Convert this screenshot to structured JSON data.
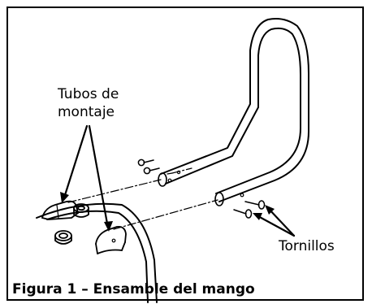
{
  "figure": {
    "caption": "Figura 1 – Ensamble del mango",
    "callouts": {
      "tubos_line1": "Tubos de",
      "tubos_line2": "montaje",
      "tornillos": "Tornillos"
    },
    "colors": {
      "ink": "#000000",
      "background": "#ffffff"
    }
  }
}
